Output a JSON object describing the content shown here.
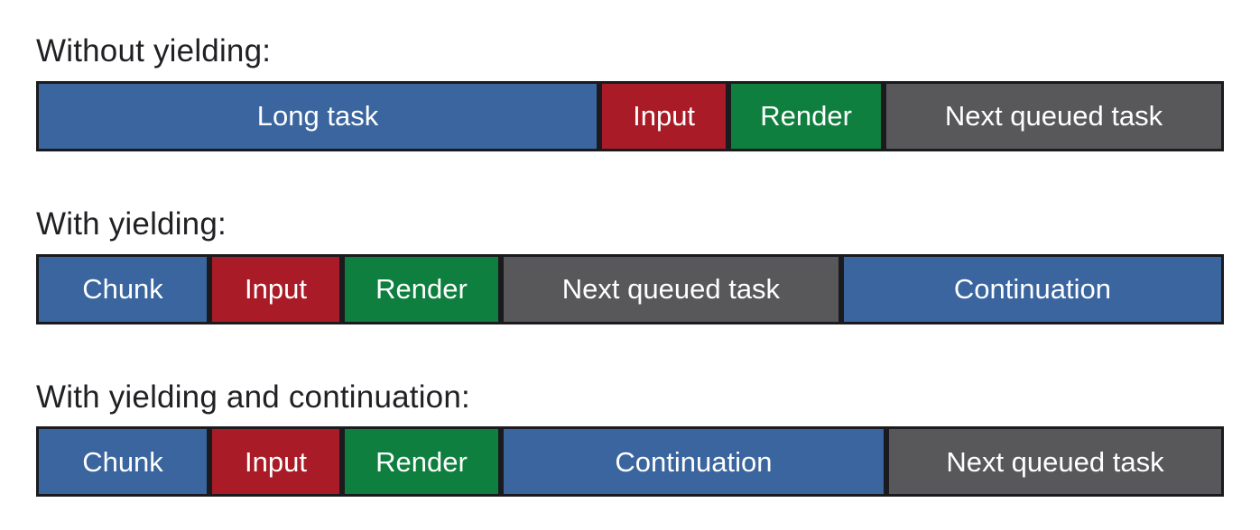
{
  "diagram": {
    "colors": {
      "chunk": "#3A659E",
      "input": "#A91B26",
      "render": "#0E7F3E",
      "queued": "#58585A",
      "border": "#1B1B1F",
      "heading_text": "#202124",
      "bar_text": "#FFFFFF",
      "background": "#FFFFFF"
    },
    "sections": [
      {
        "heading": "Without yielding:",
        "segments": [
          {
            "label": "Long task",
            "kind": "chunk",
            "width_pct": 47.42
          },
          {
            "label": "Input",
            "kind": "input",
            "width_pct": 10.87
          },
          {
            "label": "Render",
            "kind": "render",
            "width_pct": 13.07
          },
          {
            "label": "Next queued task",
            "kind": "queued",
            "width_pct": 28.64
          }
        ]
      },
      {
        "heading": "With yielding:",
        "segments": [
          {
            "label": "Chunk",
            "kind": "chunk",
            "width_pct": 14.59
          },
          {
            "label": "Input",
            "kind": "input",
            "width_pct": 11.17
          },
          {
            "label": "Render",
            "kind": "render",
            "width_pct": 13.37
          },
          {
            "label": "Next queued task",
            "kind": "queued",
            "width_pct": 28.65
          },
          {
            "label": "Continuation",
            "kind": "chunk",
            "width_pct": 32.22
          }
        ]
      },
      {
        "heading": "With yielding and continuation:",
        "segments": [
          {
            "label": "Chunk",
            "kind": "chunk",
            "width_pct": 14.59
          },
          {
            "label": "Input",
            "kind": "input",
            "width_pct": 11.17
          },
          {
            "label": "Render",
            "kind": "render",
            "width_pct": 13.37
          },
          {
            "label": "Continuation",
            "kind": "chunk",
            "width_pct": 32.45
          },
          {
            "label": "Next queued task",
            "kind": "queued",
            "width_pct": 28.42
          }
        ]
      }
    ]
  }
}
